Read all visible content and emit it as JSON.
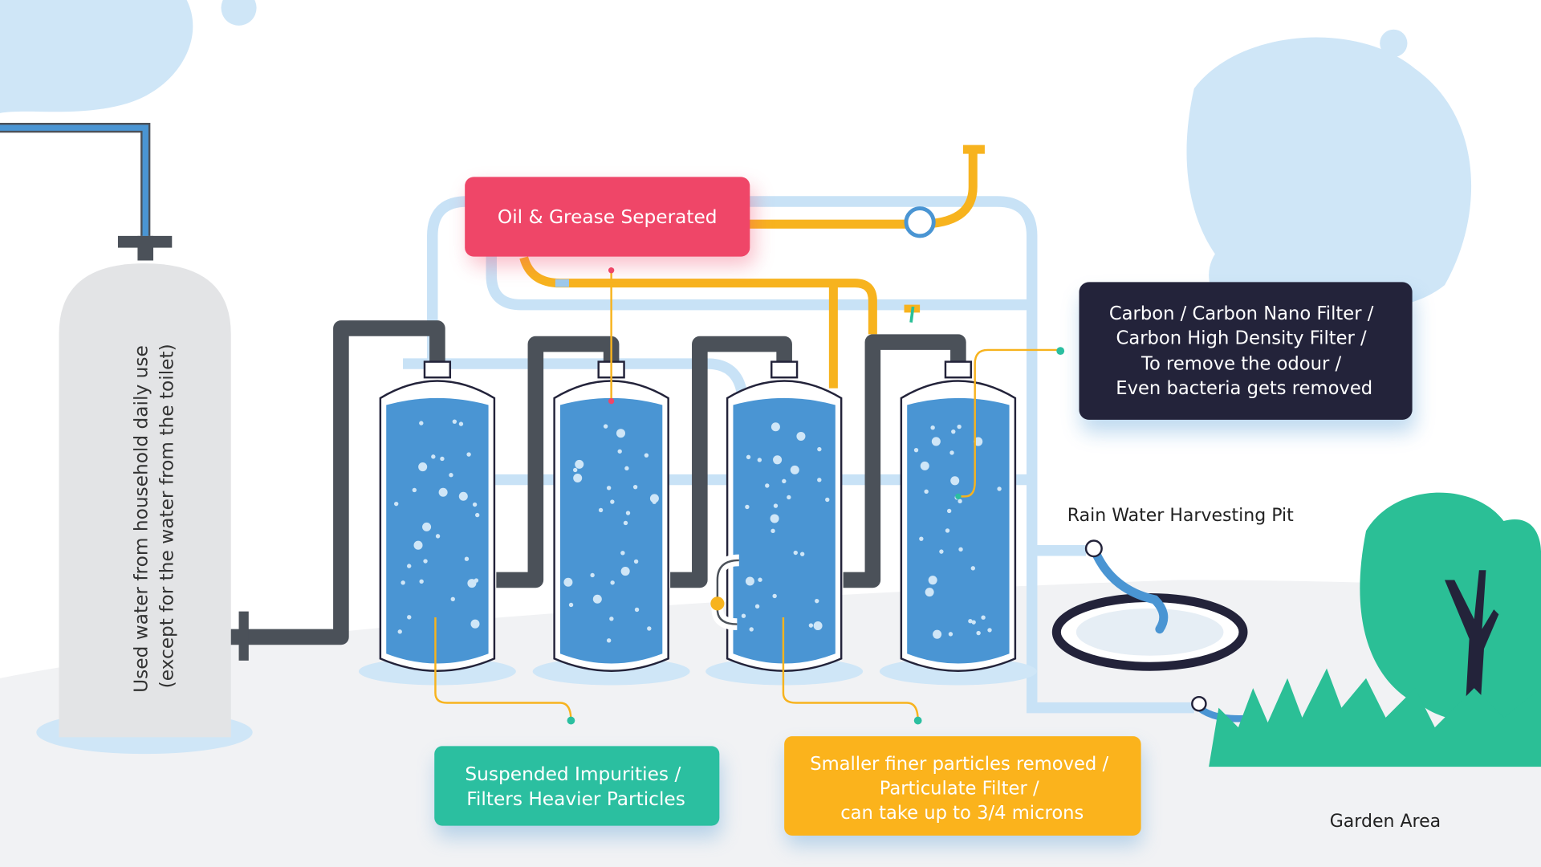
{
  "labels": {
    "tank": [
      "Used water from household daily use",
      "(except for the water from the toilet)"
    ],
    "oil": "Oil & Grease Seperated",
    "carbon": [
      "Carbon / Carbon Nano Filter /",
      "Carbon High Density Filter /",
      "To remove the odour /",
      "Even bacteria gets removed"
    ],
    "suspended": [
      "Suspended Impurities /",
      "Filters Heavier Particles"
    ],
    "particulate": [
      "Smaller finer particles removed /",
      "Particulate Filter /",
      "can take up to 3/4 microns"
    ],
    "rain_pit": "Rain Water Harvesting Pit",
    "garden": "Garden Area"
  },
  "colors": {
    "oil_box": "#ef4668",
    "carbon_box": "#23233a",
    "suspended_box": "#2bbfa0",
    "particulate_box": "#fbb31c",
    "water": "#4a95d3",
    "pipe_dark": "#4b5159",
    "pipe_light": "#c8e2f6",
    "pipe_yellow": "#f7b31e",
    "tree": "#2bbf96"
  }
}
